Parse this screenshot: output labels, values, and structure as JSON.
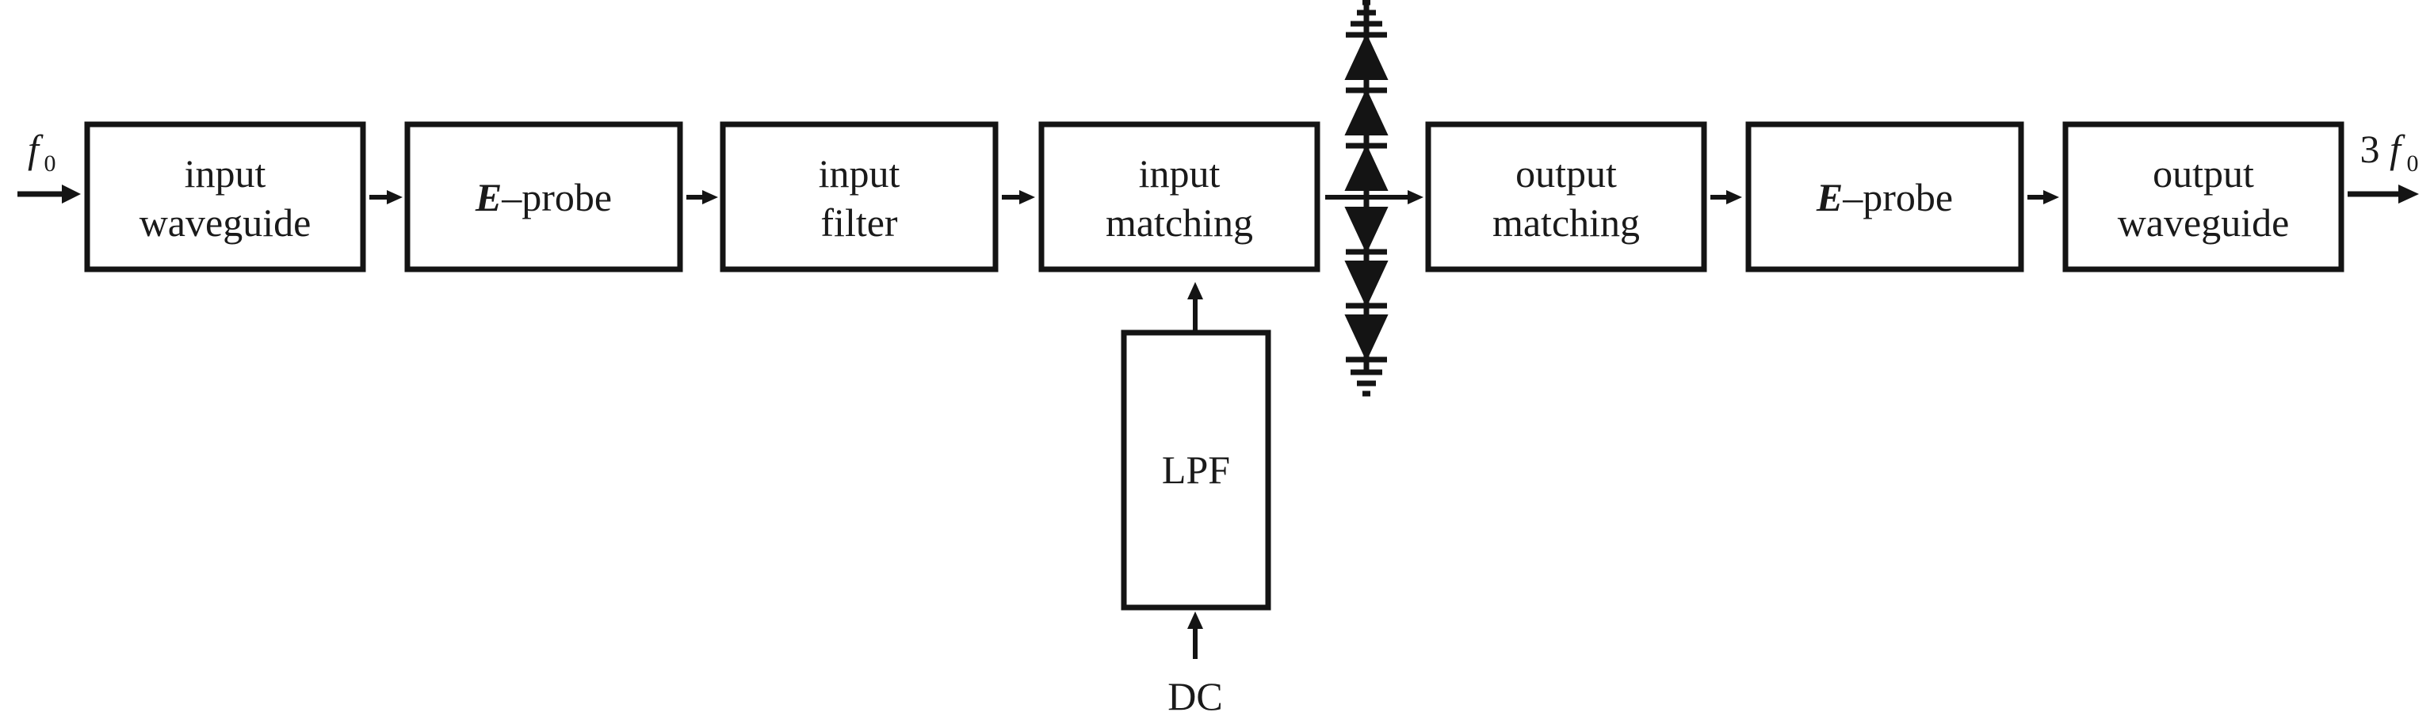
{
  "input_signal": {
    "symbol": "f",
    "subscript": "0"
  },
  "output_signal": {
    "multiplier": "3",
    "symbol": "f",
    "subscript": "0"
  },
  "blocks": {
    "input_waveguide": {
      "line1": "input",
      "line2": "waveguide"
    },
    "input_probe": {
      "prefix": "E",
      "suffix": "–probe"
    },
    "input_filter": {
      "line1": "input",
      "line2": "filter"
    },
    "input_matching": {
      "line1": "input",
      "line2": "matching"
    },
    "output_matching": {
      "line1": "output",
      "line2": "matching"
    },
    "output_probe": {
      "prefix": "E",
      "suffix": "–probe"
    },
    "output_waveguide": {
      "line1": "output",
      "line2": "waveguide"
    },
    "lpf": {
      "label": "LPF"
    }
  },
  "dc_label": "DC",
  "colors": {
    "ink": "#141414",
    "background": "#ffffff"
  }
}
